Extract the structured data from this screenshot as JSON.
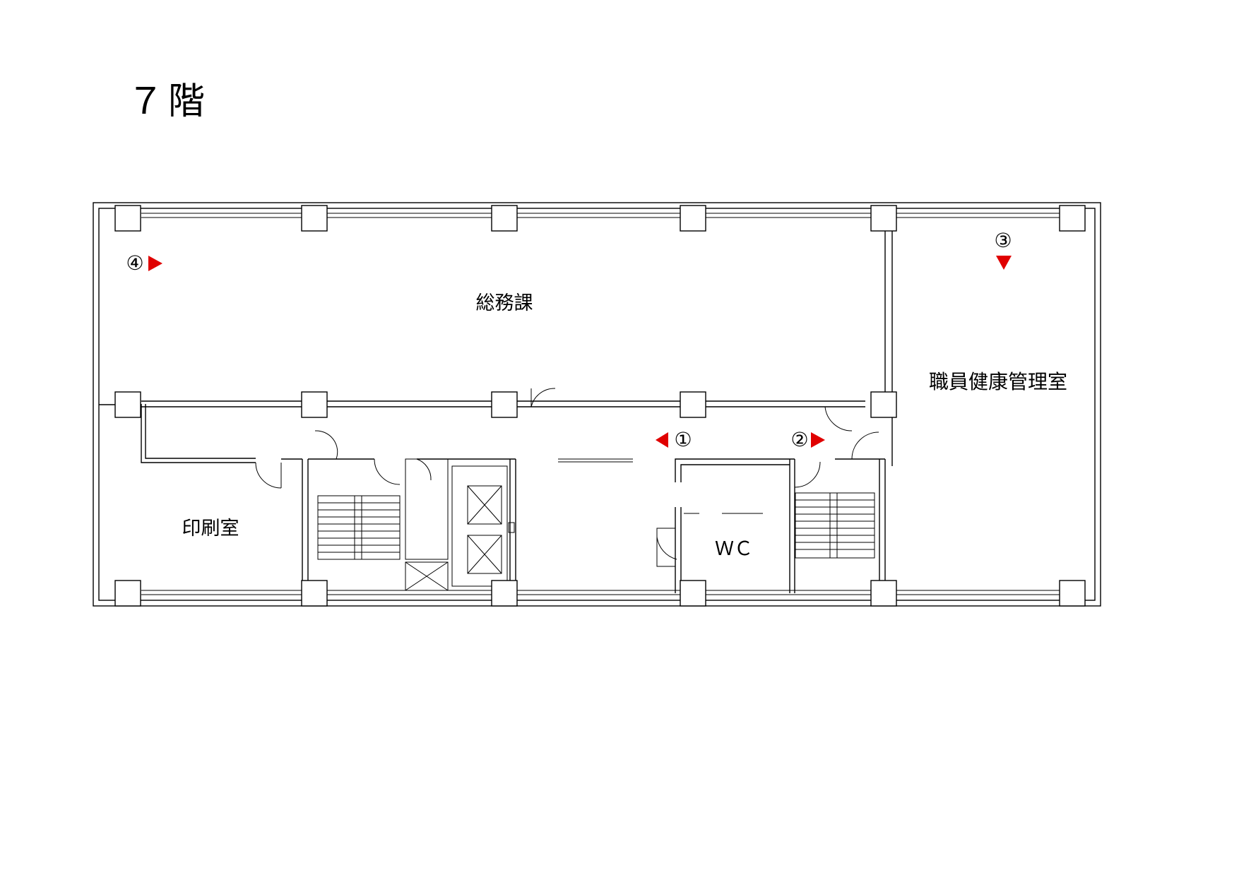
{
  "title": "７階",
  "rooms": {
    "general_affairs": "総務課",
    "staff_health": "職員健康管理室",
    "print_room": "印刷室",
    "wc": "ＷＣ"
  },
  "markers": [
    {
      "label": "①",
      "direction": "left"
    },
    {
      "label": "②",
      "direction": "right"
    },
    {
      "label": "③",
      "direction": "down"
    },
    {
      "label": "④",
      "direction": "right"
    }
  ],
  "colors": {
    "marker": "#e00000",
    "line": "#000000",
    "background": "#ffffff"
  }
}
